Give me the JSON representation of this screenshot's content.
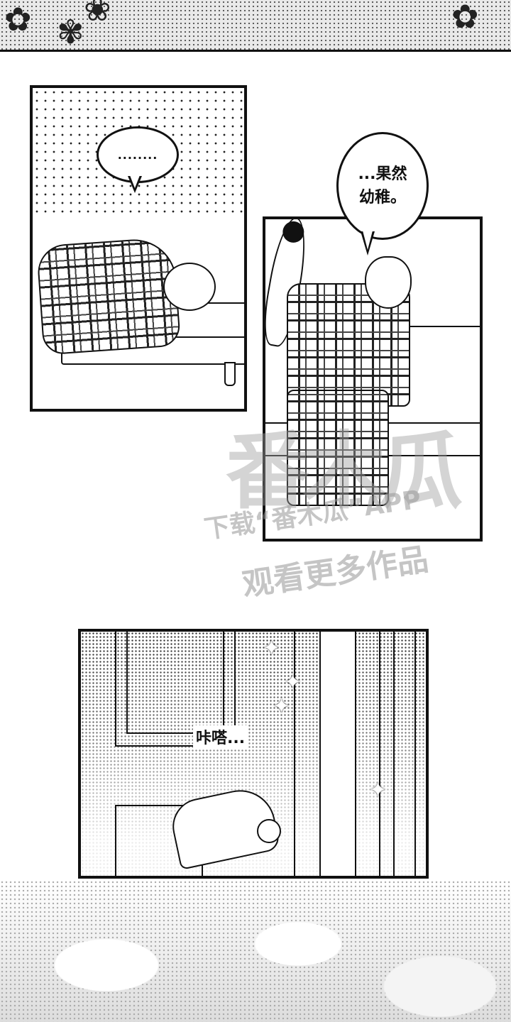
{
  "panels": {
    "panel1": {
      "bubble_text": "........"
    },
    "panel2": {
      "bubble_line1": "...果然",
      "bubble_line2": "幼稚。"
    },
    "panel3": {
      "sfx_text": "咔嗒..."
    }
  },
  "watermark": {
    "logo": "番木瓜",
    "line1": "下载“番木瓜”APP",
    "line2": "观看更多作品"
  }
}
